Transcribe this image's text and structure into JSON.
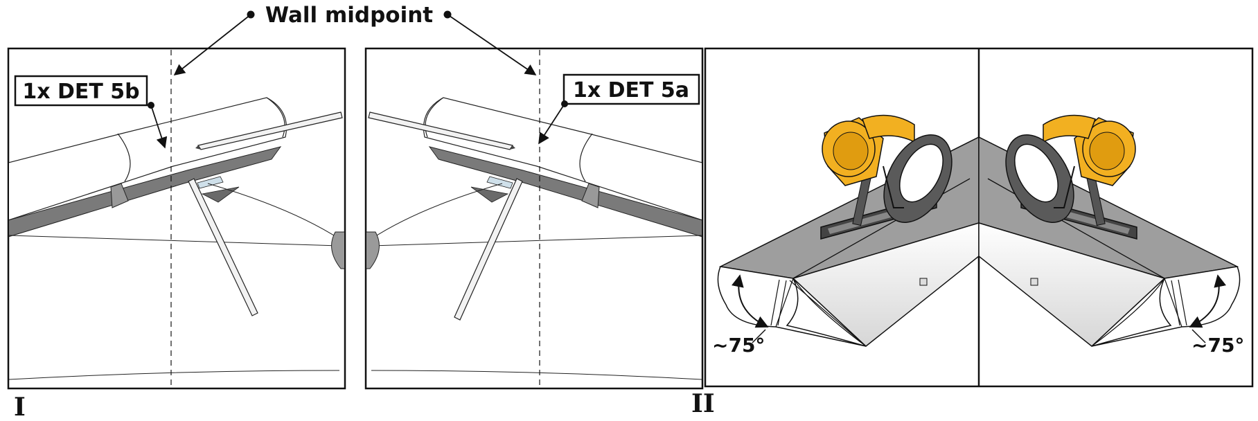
{
  "callouts": {
    "wall_midpoint": "Wall midpoint",
    "det_left": "1x DET 5b",
    "det_right": "1x DET 5a"
  },
  "angles": {
    "left": "~75°",
    "right": "~75°"
  },
  "step_labels": {
    "step1": "I",
    "step2": "II"
  },
  "colors": {
    "saw_body": "#F2B021",
    "saw_blade_guard": "#555555",
    "beam_top": "#9E9E9E",
    "beam_side": "#FFFFFF",
    "beam_shadow": "#7A7A7A",
    "outline": "#111111"
  },
  "icons": {
    "saw_left": "circular-saw-icon",
    "saw_right": "circular-saw-icon",
    "pencil_left": "pencil-icon",
    "pencil_right": "pencil-icon"
  }
}
